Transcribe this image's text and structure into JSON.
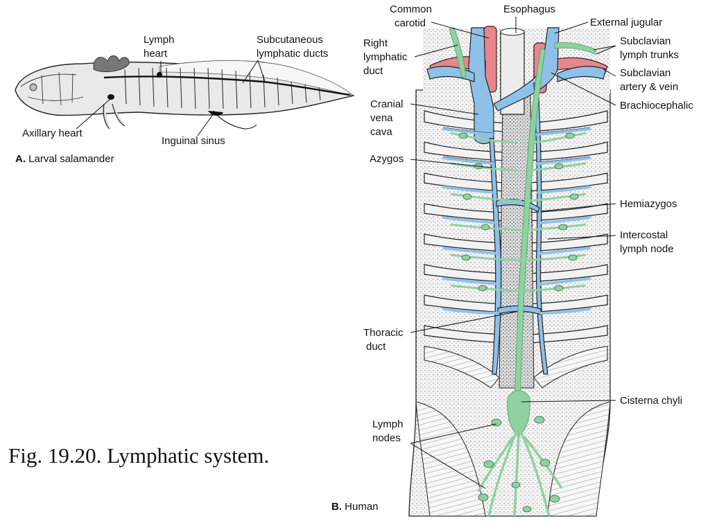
{
  "figure_caption": "Fig. 19.20. Lymphatic system.",
  "panel_a": {
    "letter": "A.",
    "title": "Larval salamander",
    "labels": {
      "lymph_heart": [
        "Lymph",
        "heart"
      ],
      "subcutaneous_ducts": [
        "Subcutaneous",
        "lymphatic ducts"
      ],
      "axillary_heart": "Axillary heart",
      "inguinal_sinus": "Inguinal sinus"
    }
  },
  "panel_b": {
    "letter": "B.",
    "title": "Human",
    "labels": {
      "common_carotid": [
        "Common",
        "carotid"
      ],
      "esophagus": "Esophagus",
      "external_jugular": "External jugular",
      "right_lymphatic_duct": [
        "Right",
        "lymphatic",
        "duct"
      ],
      "subclavian_lymph_trunks": [
        "Subclavian",
        "lymph trunks"
      ],
      "subclavian_artery_vein": [
        "Subclavian",
        "artery & vein"
      ],
      "brachiocephalic": "Brachiocephalic",
      "cranial_vena_cava": [
        "Cranial",
        "vena",
        "cava"
      ],
      "azygos": "Azygos",
      "hemiazygos": "Hemiazygos",
      "intercostal_lymph_node": [
        "Intercostal",
        "lymph node"
      ],
      "thoracic_duct": [
        "Thoracic",
        "duct"
      ],
      "cisterna_chyli": "Cisterna chyli",
      "lymph_nodes": [
        "Lymph",
        "nodes"
      ]
    }
  },
  "colors": {
    "lymph": "#8fd1a0",
    "vein": "#8ec1ea",
    "artery": "#e9868c",
    "body": "#e6e6e6",
    "outline": "#222222"
  }
}
